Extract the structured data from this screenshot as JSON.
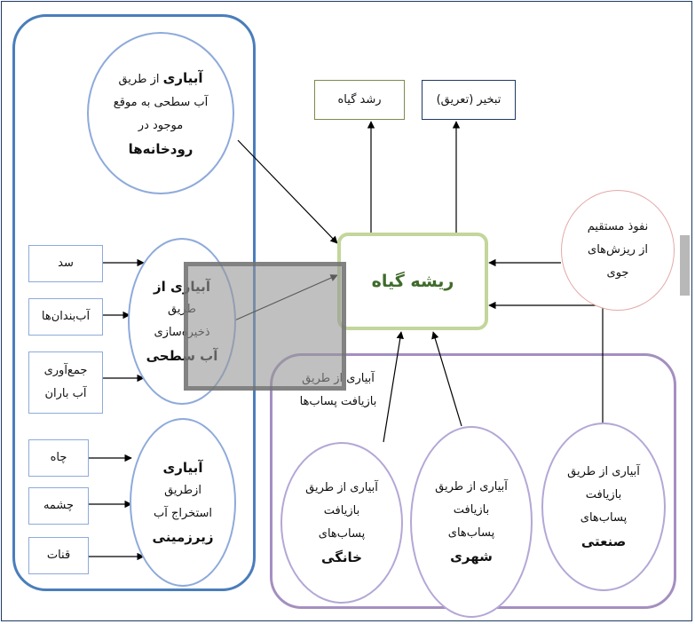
{
  "center": {
    "label": "ریشه گیاه"
  },
  "outputs": {
    "growth": "رشد گیاه",
    "transpiration": "تبخیر (تعریق)"
  },
  "river": {
    "l1": "آبیاری",
    "l1b": "از طریق",
    "l2": "آب سطحی به موقع",
    "l3": "موجود در",
    "l4": "رودخانه‌ها"
  },
  "surface": {
    "l1": "آبیاری از",
    "l2": "طریق",
    "l3": "ذخیره‌سازی",
    "l4": "آب سطحی"
  },
  "surface_sources": [
    "سد",
    "آب‌بندان‌ها",
    "جمع‌آوری",
    "آب باران"
  ],
  "ground": {
    "l1": "آبیاری",
    "l2": "ازطریق",
    "l3": "استخراج آب",
    "l4": "زیرزمینی"
  },
  "ground_sources": [
    "چاه",
    "چشمه",
    "قنات"
  ],
  "rain": {
    "l1": "نفوذ مستقیم",
    "l2": "از ریزش‌های",
    "l3": "جوی"
  },
  "wastewater": {
    "group_l1": "آبیاری از طریق",
    "group_l2": "بازیافت پساب‌ها",
    "household": {
      "l1": "آبیاری از طریق",
      "l2": "بازیافت",
      "l3": "پساب‌های",
      "l4": "خانگی"
    },
    "urban": {
      "l1": "آبیاری از طریق",
      "l2": "بازیافت",
      "l3": "پساب‌های",
      "l4": "شهری"
    },
    "industrial": {
      "l1": "آبیاری از طریق",
      "l2": "بازیافت",
      "l3": "پساب‌های",
      "l4": "صنعتی"
    }
  }
}
